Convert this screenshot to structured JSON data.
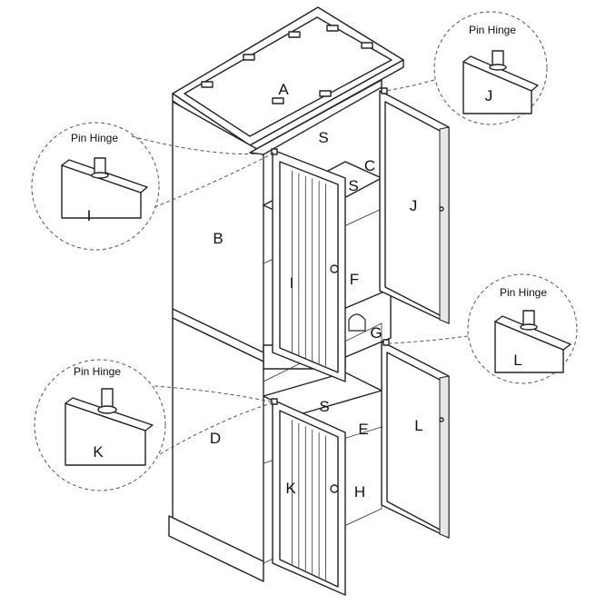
{
  "callouts": [
    {
      "id": "I",
      "caption": "Pin Hinge",
      "letter": "I"
    },
    {
      "id": "J",
      "caption": "Pin Hinge",
      "letter": "J"
    },
    {
      "id": "K",
      "caption": "Pin Hinge",
      "letter": "K"
    },
    {
      "id": "L",
      "caption": "Pin Hinge",
      "letter": "L"
    }
  ],
  "parts": {
    "A": "A",
    "B": "B",
    "C": "C",
    "D": "D",
    "E": "E",
    "F": "F",
    "G": "G",
    "H": "H",
    "I": "I",
    "J": "J",
    "K": "K",
    "L": "L",
    "S_top": "S",
    "S_upper": "S",
    "S_lower": "S"
  }
}
